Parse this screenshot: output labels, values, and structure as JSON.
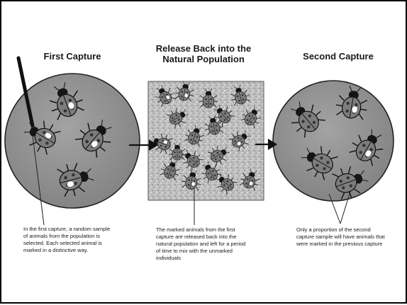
{
  "stages": [
    {
      "title": "First Capture",
      "caption": "In the first capture, a random sample of animals from the population is selected. Each selected animal is marked in a distinctive way."
    },
    {
      "title": "Release Back into the Natural Population",
      "caption": "The marked animals from the first capture are released back into the natural population and left for a period of time to mix with the unmarked individuals"
    },
    {
      "title": "Second Capture",
      "caption": "Only a proportion of the second capture sample will have animals that were marked in the previous capture"
    }
  ],
  "colors": {
    "circle_fill": "#8f8f8f",
    "square_fill": "#b3b3b3",
    "beetle_shell": "#7d7d7d",
    "beetle_head": "#151515",
    "mark": "#ffffff",
    "arrow": "#111111"
  },
  "icons": [
    "ladybird-beetle-icon",
    "paintbrush-icon",
    "arrow-right-icon"
  ]
}
